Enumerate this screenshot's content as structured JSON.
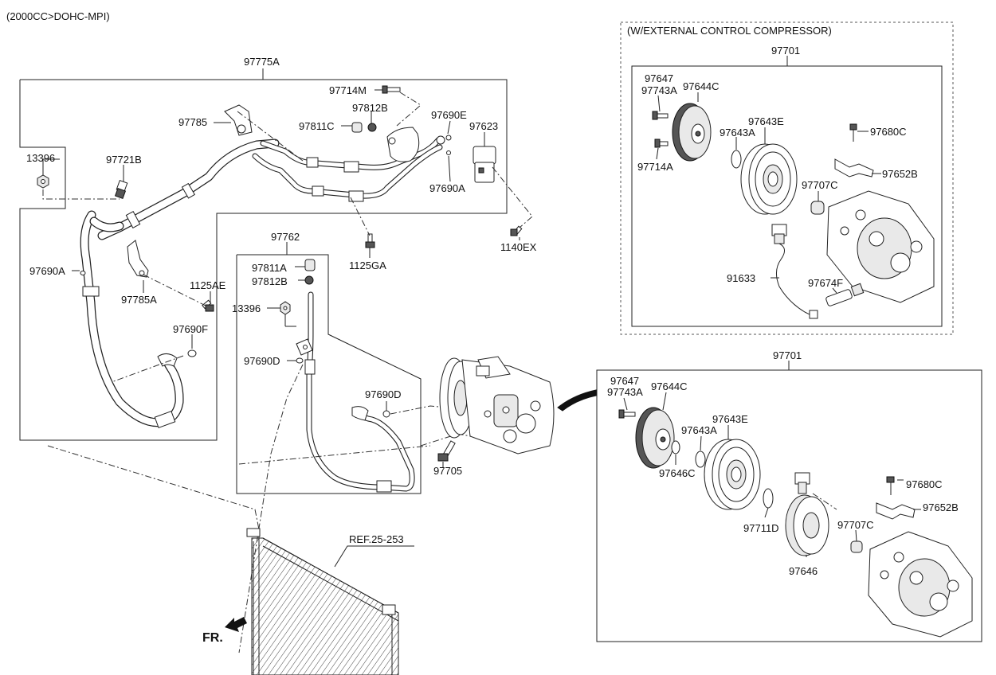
{
  "header": {
    "variant": "(2000CC>DOHC-MPI)"
  },
  "groups": {
    "external_control_title": "(W/EXTERNAL CONTROL COMPRESSOR)",
    "hose_assy": "97775A",
    "liquid_tube": "97762",
    "compressor_top": "97701",
    "compressor_bottom": "97701"
  },
  "hose_labels": {
    "p97714M": "97714M",
    "p97812B": "97812B",
    "p97690E": "97690E",
    "p97785": "97785",
    "p97811C": "97811C",
    "p97623": "97623",
    "p13396": "13396",
    "p97721B": "97721B",
    "p97690A_top": "97690A",
    "p1140EX": "1140EX",
    "p1125GA": "1125GA",
    "p97690A_left": "97690A",
    "p97785A": "97785A",
    "p1125AE": "1125AE",
    "p97690F": "97690F"
  },
  "tube_labels": {
    "p97811A": "97811A",
    "p97812B": "97812B",
    "p13396": "13396",
    "p97690D_top": "97690D",
    "p97690D_right": "97690D",
    "p97705": "97705"
  },
  "top_kit_labels": {
    "p97647": "97647",
    "p97743A": "97743A",
    "p97644C": "97644C",
    "p97643A": "97643A",
    "p97643E": "97643E",
    "p97680C": "97680C",
    "p97714A": "97714A",
    "p97652B": "97652B",
    "p97707C": "97707C",
    "p91633": "91633",
    "p97674F": "97674F"
  },
  "bottom_kit_labels": {
    "p97647": "97647",
    "p97743A": "97743A",
    "p97644C": "97644C",
    "p97643E": "97643E",
    "p97643A": "97643A",
    "p97646C": "97646C",
    "p97680C": "97680C",
    "p97652B": "97652B",
    "p97711D": "97711D",
    "p97707C": "97707C",
    "p97646": "97646"
  },
  "condenser": {
    "ref": "REF.25-253"
  },
  "orientation": {
    "front": "FR."
  }
}
